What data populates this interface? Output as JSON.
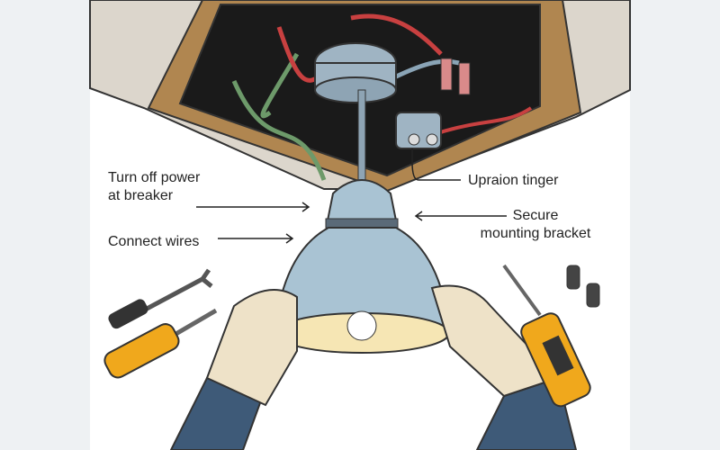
{
  "labels": {
    "turn_off_line1": "Turn off power",
    "turn_off_line2": "at breaker",
    "connect": "Connect wires",
    "upraion": "Upraion tinger",
    "secure_line1": "Secure",
    "secure_line2": "mounting bracket"
  },
  "colors": {
    "ceiling": "#dcd6cc",
    "frame": "#b08650",
    "lamp": "#a9c3d3",
    "glove": "#eee2c8",
    "sleeve": "#3e5a78",
    "tool_yellow": "#f0a81c"
  }
}
